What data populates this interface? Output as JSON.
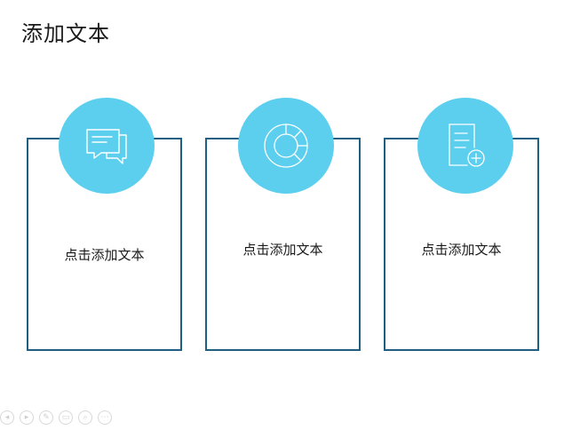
{
  "slide": {
    "title": "添加文本"
  },
  "cards": [
    {
      "label": "点击添加文本",
      "icon": "speech-bubbles-icon"
    },
    {
      "label": "点击添加文本",
      "icon": "donut-chart-icon"
    },
    {
      "label": "点击添加文本",
      "icon": "document-add-icon"
    }
  ],
  "toolbar": {
    "items": [
      "previous-icon",
      "next-icon",
      "pen-icon",
      "screen-icon",
      "zoom-icon",
      "more-icon"
    ]
  },
  "colors": {
    "accent_circle": "#5ccfee",
    "card_border": "#1f5f82"
  }
}
